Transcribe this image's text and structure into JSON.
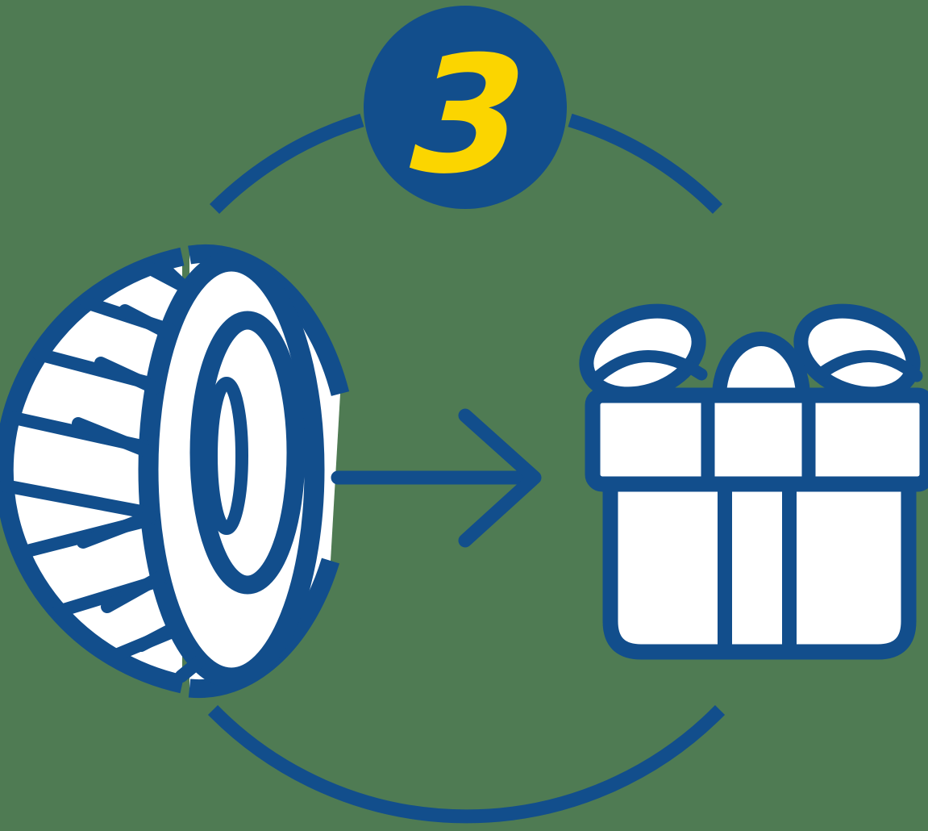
{
  "illustration": {
    "step_badge": {
      "number": "3"
    },
    "colors": {
      "background_green": "#4F7B53",
      "primary_blue": "#124E8C",
      "accent_yellow": "#FBD500",
      "shape_fill_white": "#FFFFFF"
    },
    "icons": [
      "step-badge",
      "cycle-circle",
      "tire-icon",
      "arrow-right-icon",
      "gift-icon"
    ]
  }
}
